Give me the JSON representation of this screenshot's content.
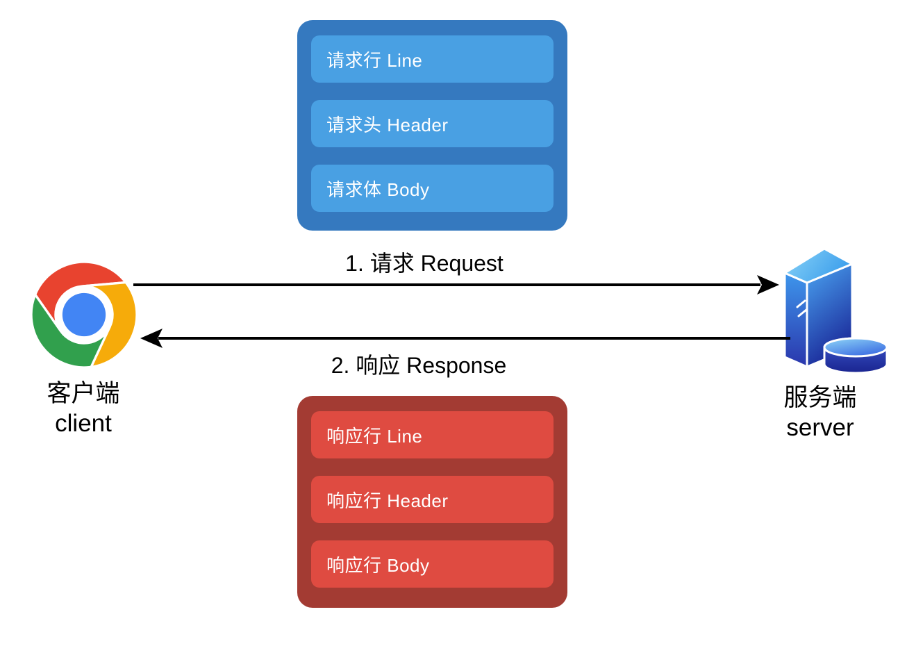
{
  "request_box": {
    "rows": [
      "请求行 Line",
      "请求头 Header",
      "请求体 Body"
    ]
  },
  "response_box": {
    "rows": [
      "响应行 Line",
      "响应行 Header",
      "响应行 Body"
    ]
  },
  "flow": {
    "request_label": "1. 请求 Request",
    "response_label": "2. 响应 Response"
  },
  "client": {
    "name_zh": "客户端",
    "name_en": "client",
    "icon": "chrome-browser-logo"
  },
  "server": {
    "name_zh": "服务端",
    "name_en": "server",
    "icon": "server-tower-with-database-disk"
  },
  "colors": {
    "request_container": "#3579BF",
    "request_row": "#49A0E3",
    "response_container": "#A33B33",
    "response_row": "#DF4B41",
    "row_text": "#FFFFFF",
    "arrow": "#000000",
    "chrome_red": "#E8432F",
    "chrome_green": "#31A04D",
    "chrome_yellow": "#F6AB0A",
    "chrome_blue": "#4285F4",
    "server_blue_light": "#76C9F5",
    "server_blue_dark": "#1B2A9A"
  }
}
